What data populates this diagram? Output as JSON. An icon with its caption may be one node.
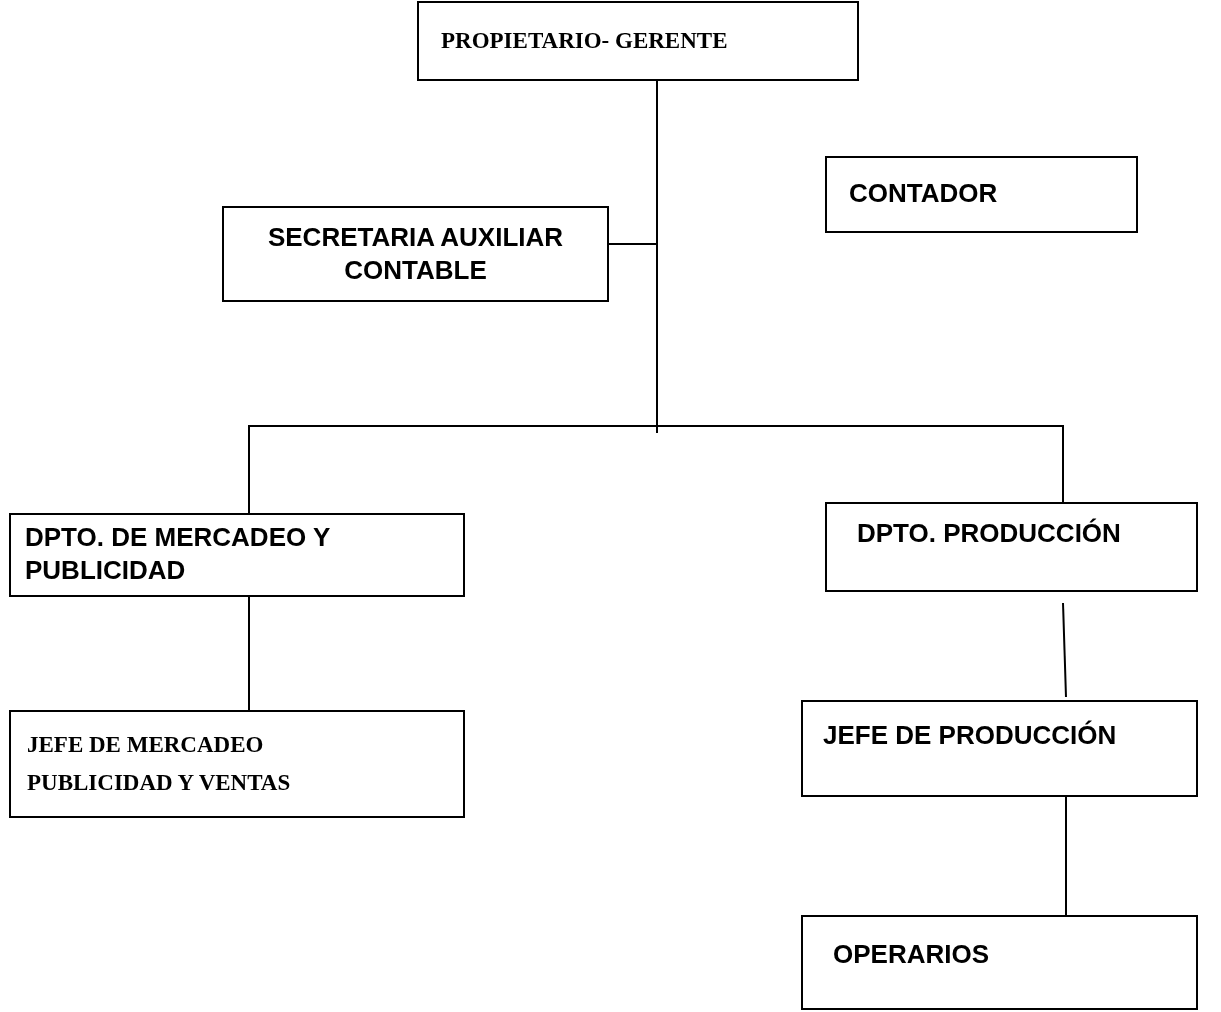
{
  "diagram": {
    "nodes": [
      {
        "text": [
          "PROPIETARIO- GERENTE"
        ]
      },
      {
        "text": [
          "CONTADOR"
        ]
      },
      {
        "text": [
          "SECRETARIA AUXILIAR CONTABLE"
        ]
      },
      {
        "text": [
          "DPTO. DE MERCADEO Y PUBLICIDAD"
        ]
      },
      {
        "text": [
          "DPTO. PRODUCCIÓN"
        ]
      },
      {
        "text": [
          "JEFE DE MERCADEO",
          "PUBLICIDAD Y VENTAS"
        ]
      },
      {
        "text": [
          "JEFE DE PRODUCCIÓN"
        ]
      },
      {
        "text": [
          "OPERARIOS"
        ]
      }
    ],
    "edges": [
      {
        "from": 0,
        "to": 2,
        "arrow": "none"
      },
      {
        "from": 0,
        "to": 3,
        "arrow": "none"
      },
      {
        "from": 0,
        "to": 4,
        "arrow": "none"
      },
      {
        "from": 3,
        "to": 5,
        "arrow": "none"
      },
      {
        "from": 4,
        "to": 6,
        "arrow": "none"
      },
      {
        "from": 6,
        "to": 7,
        "arrow": "none"
      }
    ]
  }
}
